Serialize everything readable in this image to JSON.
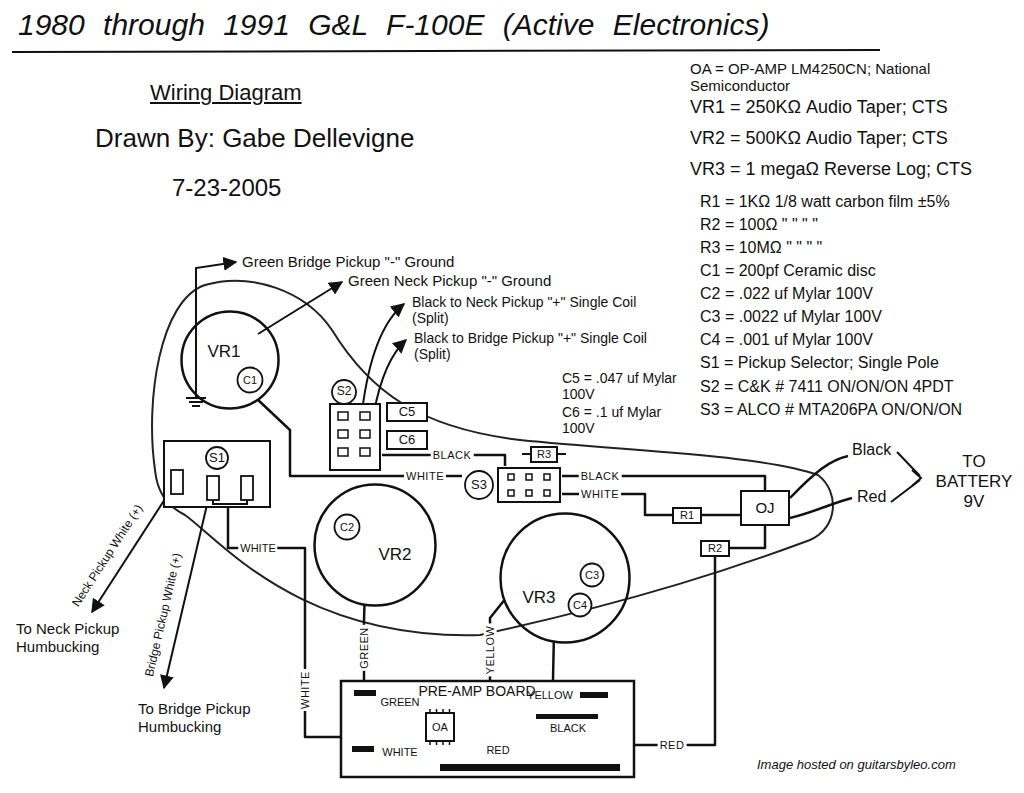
{
  "diagram": {
    "title": "1980 through 1991 G&L F-100E (Active Electronics)",
    "nodes": [
      {
        "text": [
          "VR1"
        ]
      },
      {
        "text": [
          "C1"
        ],
        "in": 0
      },
      {
        "text": [
          "S2"
        ]
      },
      {
        "text": [
          "C5"
        ]
      },
      {
        "text": [
          "C6"
        ]
      },
      {
        "text": [
          "S1"
        ]
      },
      {
        "text": [
          "VR2"
        ]
      },
      {
        "text": [
          "C2"
        ],
        "in": 6
      },
      {
        "text": [
          "R3"
        ]
      },
      {
        "text": [
          "S3"
        ]
      },
      {
        "text": [
          "VR3"
        ]
      },
      {
        "text": [
          "C3"
        ],
        "in": 10
      },
      {
        "text": [
          "C4"
        ],
        "in": 10
      },
      {
        "text": [
          "R1"
        ]
      },
      {
        "text": [
          "OJ"
        ]
      },
      {
        "text": [
          "R2"
        ]
      },
      {
        "text": [
          "PRE-AMP BOARD",
          "GREEN",
          "YELLOW",
          "BLACK",
          "WHITE",
          "RED"
        ]
      },
      {
        "text": [
          "OA"
        ],
        "in": 16
      }
    ],
    "edges": [
      {
        "from": 5,
        "to": 16,
        "arrow": "none",
        "label": "WHITE"
      },
      {
        "from": 6,
        "to": 16,
        "arrow": "none",
        "label": "GREEN"
      },
      {
        "from": 10,
        "to": 16,
        "arrow": "none",
        "label": "YELLOW"
      },
      {
        "from": 2,
        "to": 9,
        "arrow": "none",
        "label": "BLACK"
      },
      {
        "from": 0,
        "to": 9,
        "arrow": "none",
        "label": "WHITE"
      },
      {
        "from": 9,
        "to": 14,
        "arrow": "none",
        "label": "BLACK"
      },
      {
        "from": 9,
        "to": 13,
        "arrow": "none",
        "label": "WHITE"
      },
      {
        "from": 13,
        "to": 14,
        "arrow": "none"
      },
      {
        "from": 14,
        "to": 15,
        "arrow": "none"
      },
      {
        "from": 15,
        "to": 16,
        "arrow": "none",
        "label": "RED"
      },
      {
        "from": 10,
        "to": 16,
        "arrow": "none"
      }
    ],
    "labels": [
      "Wiring Diagram",
      "Drawn By: Gabe Dellevigne",
      "7-23-2005",
      "OA = OP-AMP LM4250CN; National Semiconductor",
      "VR1 = 250KΩ Audio Taper; CTS",
      "VR2 = 500KΩ Audio Taper; CTS",
      "VR3 = 1 megaΩ Reverse Log; CTS",
      "R1 = 1KΩ 1/8 watt carbon film ±5%",
      "R2 = 100Ω \" \" \" \"",
      "R3 = 10MΩ \" \" \" \"",
      "C1 = 200pf Ceramic disc",
      "C2 = .022 uf Mylar 100V",
      "C3 = .0022 uf Mylar 100V",
      "C4 = .001 uf Mylar 100V",
      "S1 = Pickup Selector; Single Pole",
      "S2 = C&K # 7411 ON/ON/ON 4PDT",
      "S3 = ALCO # MTA206PA ON/ON/ON",
      "C5 = .047 uf Mylar 100V",
      "C6 = .1 uf Mylar 100V",
      "Green Bridge Pickup \"-\" Ground",
      "Green Neck Pickup \"-\" Ground",
      "Black to Neck Pickup \"+\" Single Coil (Split)",
      "Black to Bridge Pickup \"+\" Single Coil (Split)",
      "Neck Pickup White (+)",
      "To Neck Pickup Humbucking",
      "Bridge Pickup White (+)",
      "To Bridge Pickup Humbucking",
      "Black",
      "Red",
      "TO BATTERY 9V",
      "WHITE",
      "Image hosted on guitarsbyleo.com"
    ]
  }
}
